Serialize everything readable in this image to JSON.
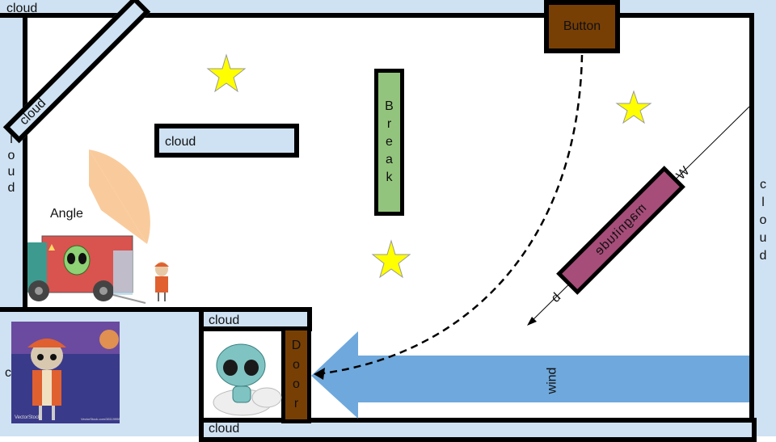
{
  "labels": {
    "top_cloud": "cloud",
    "diag_cloud": "cloud",
    "mid_cloud": "cloud",
    "left_wall_chars": [
      "l",
      "o",
      "u",
      "d"
    ],
    "right_wall_chars": [
      "c",
      "l",
      "o",
      "u",
      "d"
    ],
    "bottom_room_top_cloud": "cloud",
    "bottom_cloud": "cloud",
    "left_room_char": "c",
    "angle": "Angle",
    "button": "Button",
    "break_chars": [
      "B",
      "r",
      "e",
      "a",
      "k"
    ],
    "door_chars": [
      "D",
      "o",
      "o",
      "r"
    ],
    "wind": "wind",
    "bar_text": "magnitude",
    "line_top": "W",
    "line_bottom": "d"
  },
  "image_captions": {
    "poster_brand": "VectorStock",
    "poster_url": "VectorStock.com/38119998"
  },
  "colors": {
    "cloud_fill": "#cfe2f3",
    "wall_border": "#000000",
    "button_fill": "#783f04",
    "break_fill": "#93c47d",
    "wind_fill": "#6fa8dc",
    "angle_fill": "#f9cb9c",
    "star_fill": "#ffff00",
    "bar_fill": "#a64d79"
  },
  "icons": [
    "star-icon",
    "alien-icon",
    "truck-icon",
    "kid-alien-icon"
  ]
}
